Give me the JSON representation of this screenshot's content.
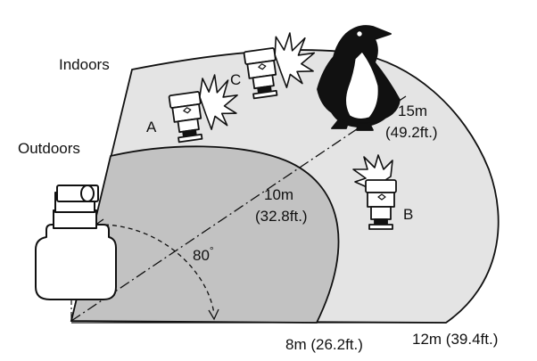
{
  "labels": {
    "indoors": "Indoors",
    "outdoors": "Outdoors",
    "angle": "80",
    "angle_unit": "°",
    "flash_a": "A",
    "flash_b": "B",
    "flash_c": "C",
    "range_10m": "10m",
    "range_10m_ft": "(32.8ft.)",
    "range_15m": "15m",
    "range_15m_ft": "(49.2ft.)",
    "dist_8m": "8m (26.2ft.)",
    "dist_12m": "12m (39.4ft.)"
  },
  "colors": {
    "indoor_zone": "#e4e4e4",
    "outdoor_zone": "#c2c2c2",
    "line": "#111111",
    "flash_body": "#ffffff",
    "penguin": "#111111"
  },
  "icons": {
    "camera": "camera-icon",
    "flash": "flash-unit-icon",
    "burst": "light-burst-icon",
    "penguin": "penguin-icon"
  }
}
